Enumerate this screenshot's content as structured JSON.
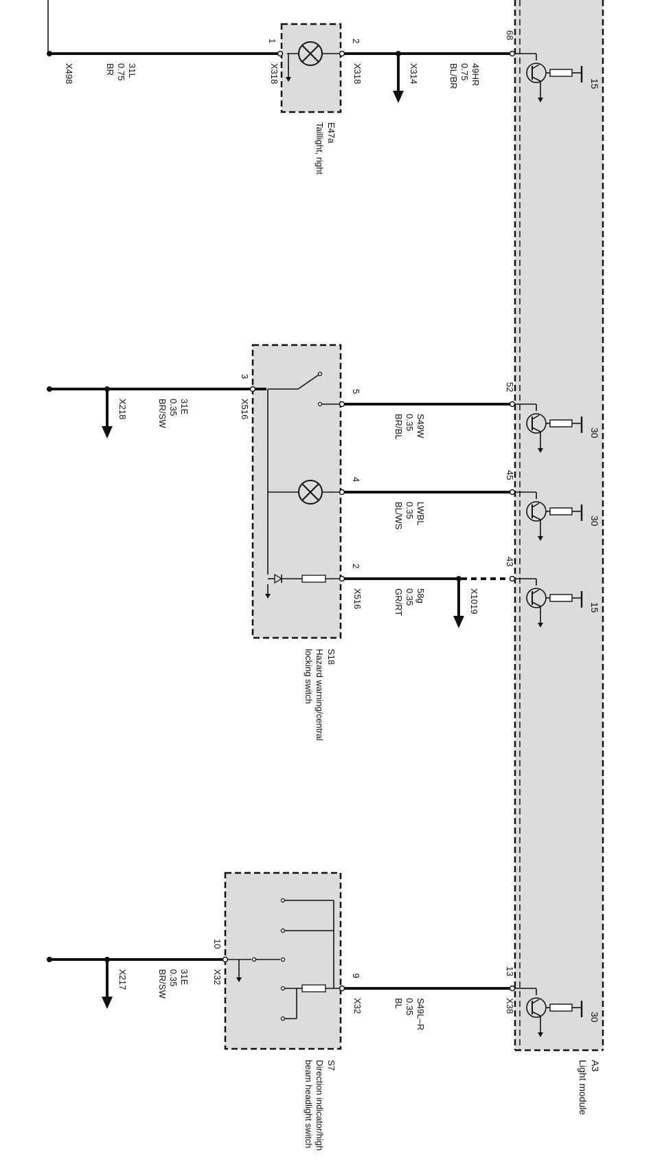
{
  "module": {
    "ref": "A3",
    "name": "Light module"
  },
  "components": {
    "e47a": {
      "ref": "E47a",
      "name": "Taillight, right"
    },
    "s18": {
      "ref": "S18",
      "name_line1": "Hazard warning/central",
      "name_line2": "locking switch"
    },
    "s7": {
      "ref": "S7",
      "name_line1": "Direction indicator/high",
      "name_line2": "beam headlight switch"
    }
  },
  "circuits": {
    "c68": {
      "pin_module": "68",
      "pin_comp": "2",
      "signal": "49HR",
      "size": "0.75",
      "color": "BL/BR",
      "connector": "X318",
      "ground_ref": "X314",
      "rail": "15"
    },
    "c52": {
      "pin_module": "52",
      "pin_comp": "5",
      "signal": "S49W",
      "size": "0.35",
      "color": "BR/BL",
      "rail": "30"
    },
    "c45": {
      "pin_module": "45",
      "pin_comp": "4",
      "signal": "LWBL",
      "size": "0.35",
      "color": "BL/WS",
      "rail": "30"
    },
    "c43": {
      "pin_module": "43",
      "pin_comp": "2",
      "signal": "58g",
      "size": "0.35",
      "color": "GR/RT",
      "connector": "X516",
      "ground_ref": "X1019",
      "rail": "15"
    },
    "c13": {
      "pin_module": "13",
      "pin_comp": "9",
      "signal": "S49L–R",
      "size": "0.35",
      "color": "BL",
      "connector": "X32",
      "module_connector": "X38",
      "rail": "30"
    }
  },
  "grounds": {
    "g1": {
      "pin": "1",
      "connector": "X318",
      "end_ref": "X498",
      "signal": "31L",
      "size": "0.75",
      "color": "BR"
    },
    "g3": {
      "pin": "3",
      "connector": "X516",
      "ground_ref": "X218",
      "signal": "31E",
      "size": "0.35",
      "color": "BR/SW"
    },
    "g10": {
      "pin": "10",
      "connector": "X32",
      "ground_ref": "X217",
      "signal": "31E",
      "size": "0.35",
      "color": "BR/SW"
    }
  }
}
